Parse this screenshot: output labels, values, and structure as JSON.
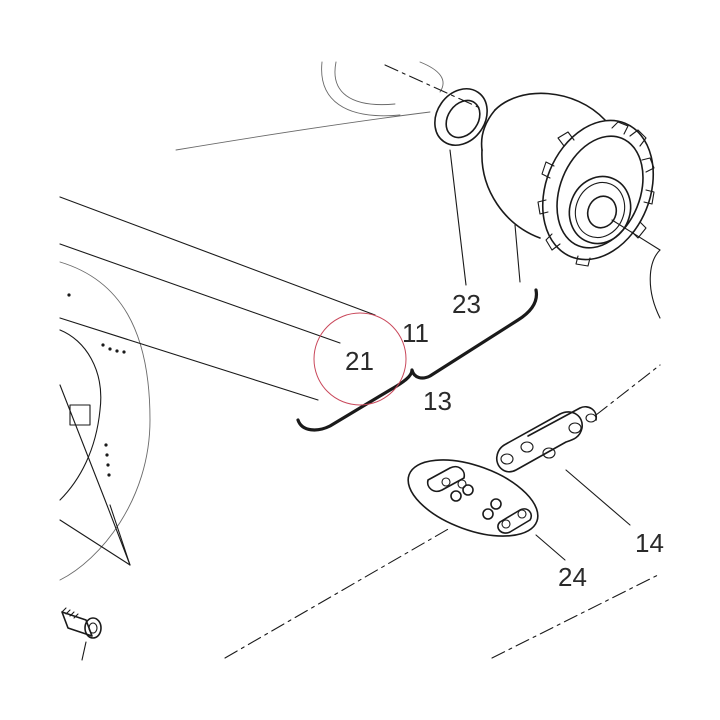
{
  "callouts": [
    {
      "id": "11",
      "label": "11"
    },
    {
      "id": "21",
      "label": "21"
    },
    {
      "id": "13",
      "label": "13"
    },
    {
      "id": "23",
      "label": "23"
    },
    {
      "id": "14",
      "label": "14"
    },
    {
      "id": "24",
      "label": "24"
    }
  ],
  "colors": {
    "line": "#1a1a1a",
    "highlight": "#c9485b",
    "background": "#ffffff"
  }
}
